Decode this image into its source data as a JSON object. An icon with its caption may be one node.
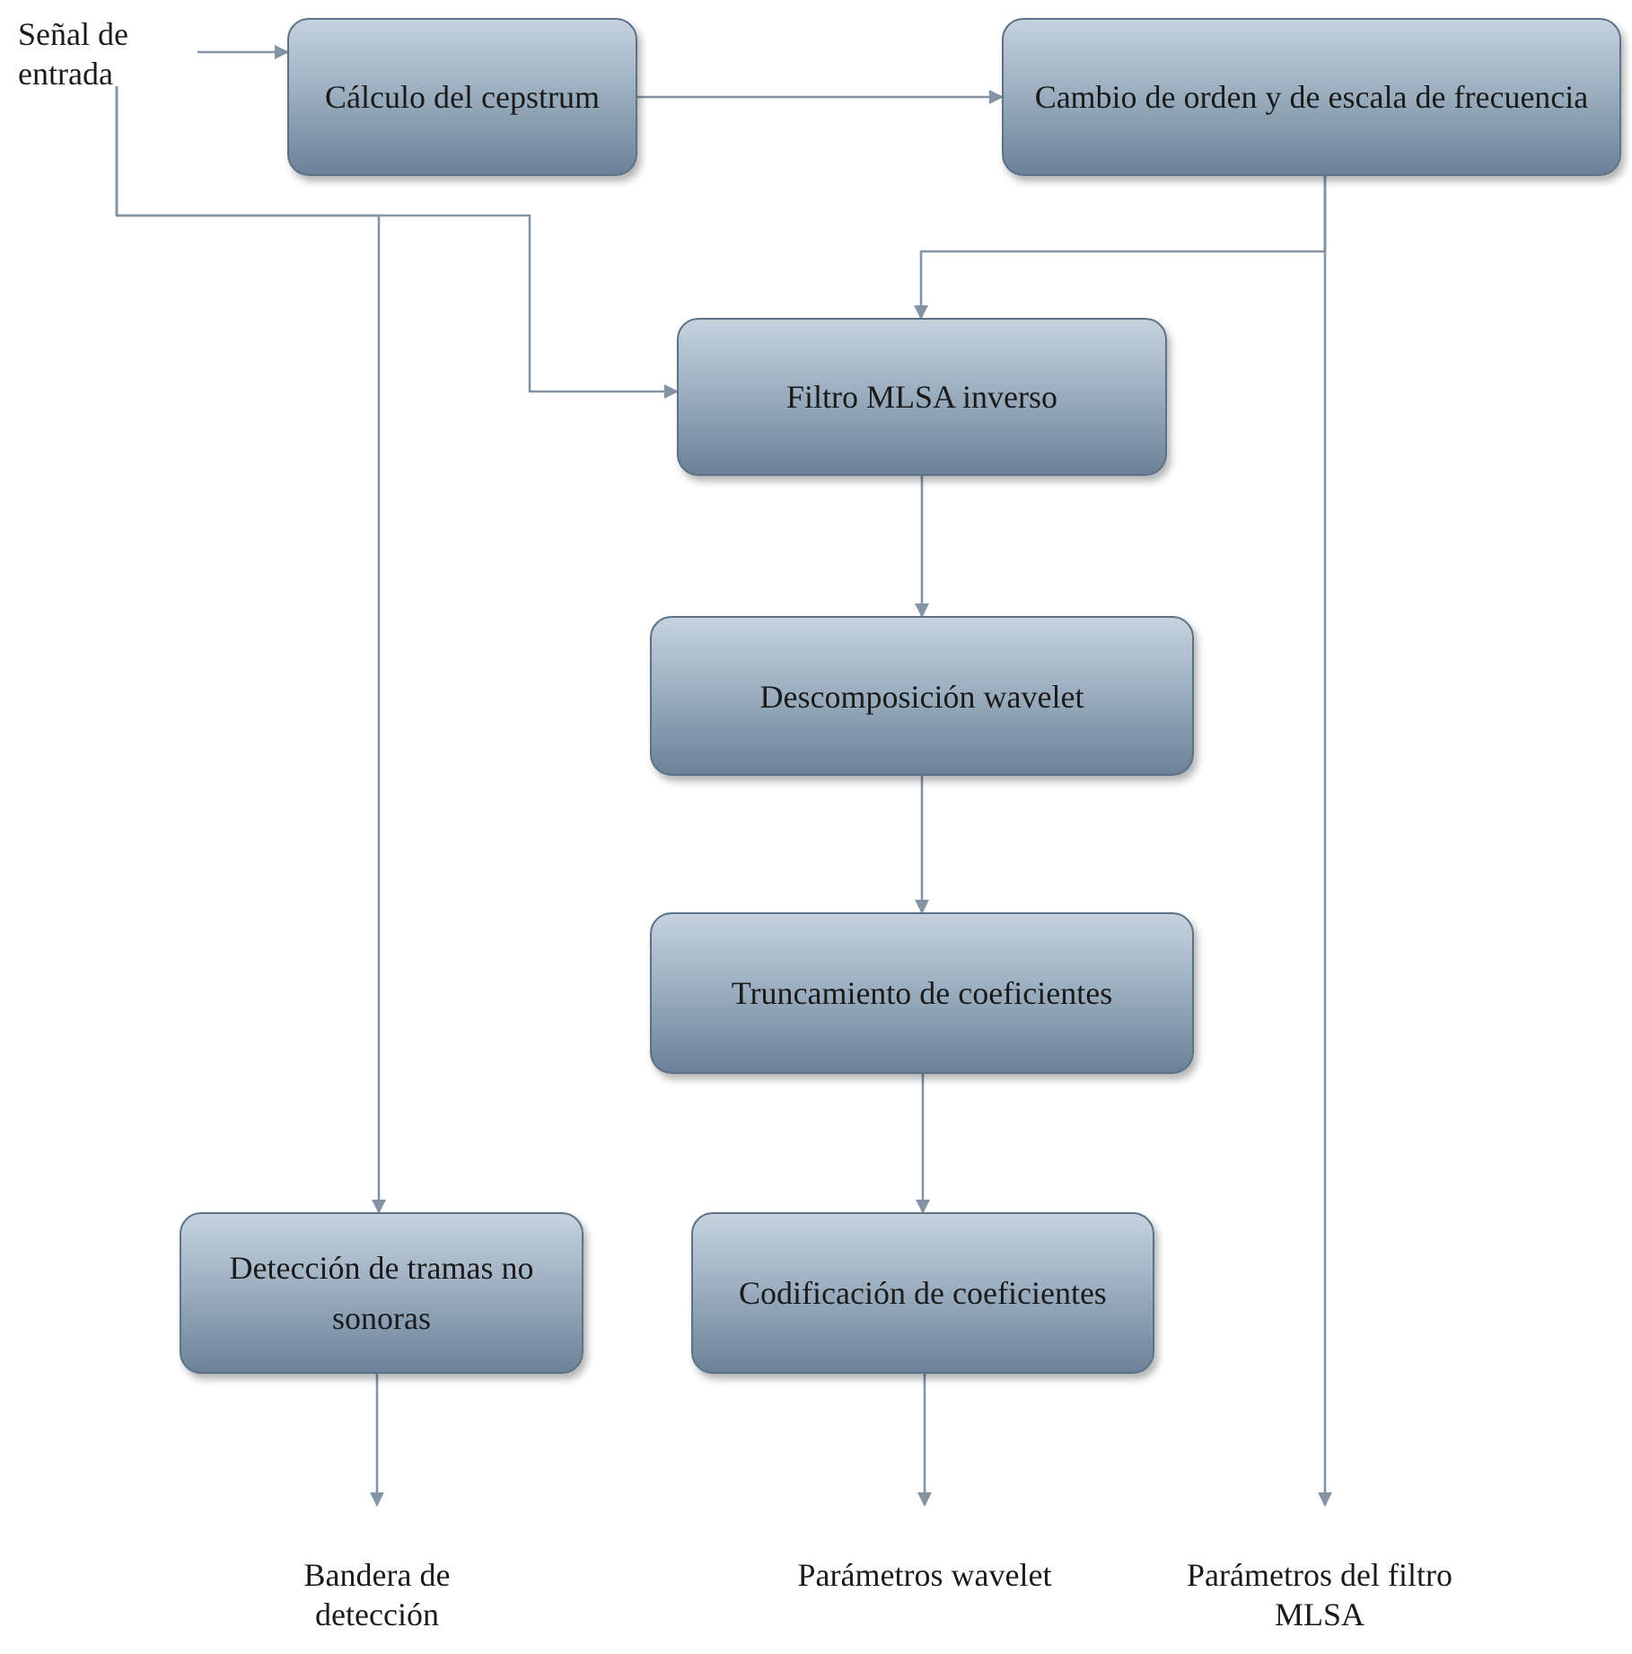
{
  "diagram": {
    "nodes": [
      {
        "text": [
          "Señal de entrada"
        ]
      },
      {
        "text": [
          "Cálculo del cepstrum"
        ]
      },
      {
        "text": [
          "Cambio de orden y de escala de frecuencia"
        ]
      },
      {
        "text": [
          "Filtro MLSA inverso"
        ]
      },
      {
        "text": [
          "Descomposición wavelet"
        ]
      },
      {
        "text": [
          "Truncamiento de coeficientes"
        ]
      },
      {
        "text": [
          "Detección de tramas no sonoras"
        ]
      },
      {
        "text": [
          "Codificación de coeficientes"
        ]
      },
      {
        "text": [
          "Bandera de detección"
        ]
      },
      {
        "text": [
          "Parámetros wavelet"
        ]
      },
      {
        "text": [
          "Parámetros del filtro MLSA"
        ]
      }
    ],
    "edges": [
      {
        "from": 0,
        "to": 1,
        "arrow": "to"
      },
      {
        "from": 1,
        "to": 2,
        "arrow": "to"
      },
      {
        "from": 2,
        "to": 3,
        "arrow": "to"
      },
      {
        "from": 0,
        "to": 3,
        "arrow": "to"
      },
      {
        "from": 0,
        "to": 6,
        "arrow": "to"
      },
      {
        "from": 2,
        "to": 10,
        "arrow": "to"
      },
      {
        "from": 3,
        "to": 4,
        "arrow": "to"
      },
      {
        "from": 4,
        "to": 5,
        "arrow": "to"
      },
      {
        "from": 5,
        "to": 7,
        "arrow": "to"
      },
      {
        "from": 6,
        "to": 8,
        "arrow": "to"
      },
      {
        "from": 7,
        "to": 9,
        "arrow": "to"
      }
    ]
  }
}
